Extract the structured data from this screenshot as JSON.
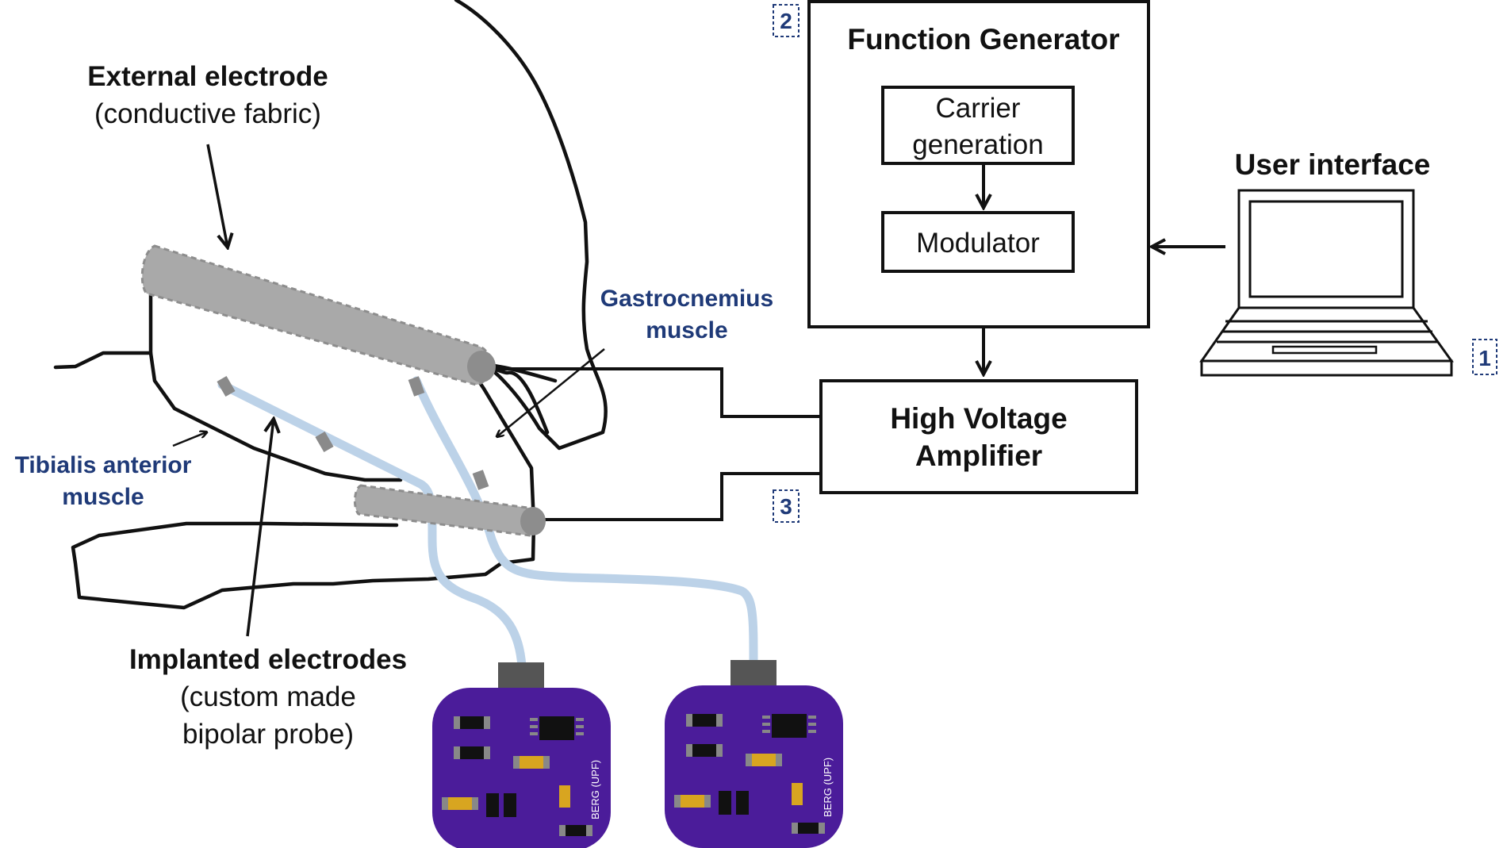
{
  "labels": {
    "external_electrode_title": "External electrode",
    "external_electrode_sub": "(conductive fabric)",
    "gastrocnemius_line1": "Gastrocnemius",
    "gastrocnemius_line2": "muscle",
    "tibialis_line1": "Tibialis anterior",
    "tibialis_line2": "muscle",
    "implanted_title": "Implanted electrodes",
    "implanted_sub1": "(custom made",
    "implanted_sub2": "bipolar probe)",
    "function_generator": "Function Generator",
    "carrier_line1": "Carrier",
    "carrier_line2": "generation",
    "modulator": "Modulator",
    "amplifier_line1": "High Voltage",
    "amplifier_line2": "Amplifier",
    "user_interface": "User interface",
    "pcb_label": "BERG (UPF)"
  },
  "tags": {
    "tag_1": "1",
    "tag_2": "2",
    "tag_3": "3"
  },
  "icons": [
    "laptop-icon",
    "circuit-board-icon"
  ],
  "colors": {
    "label_blue": "#1f3a78",
    "electrode_gray": "#a9a9a9",
    "cable_light_blue": "#bcd2e8",
    "pcb_purple": "#4b1c9a",
    "outline": "#111111"
  }
}
